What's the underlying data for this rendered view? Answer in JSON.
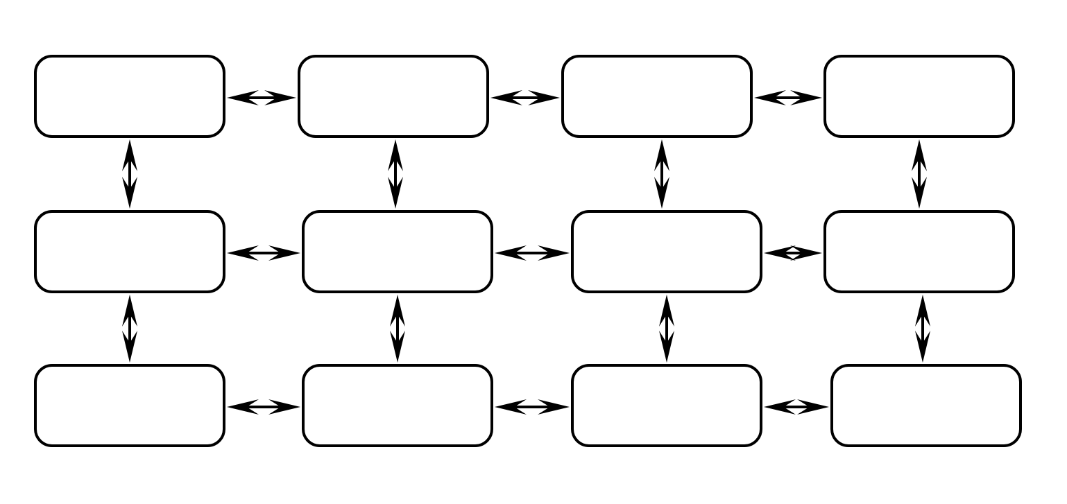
{
  "diagram": {
    "type": "grid-network",
    "rows": 3,
    "columns": 4,
    "nodes": [
      {
        "id": "r1c1",
        "label": ""
      },
      {
        "id": "r1c2",
        "label": ""
      },
      {
        "id": "r1c3",
        "label": ""
      },
      {
        "id": "r1c4",
        "label": ""
      },
      {
        "id": "r2c1",
        "label": ""
      },
      {
        "id": "r2c2",
        "label": ""
      },
      {
        "id": "r2c3",
        "label": ""
      },
      {
        "id": "r2c4",
        "label": ""
      },
      {
        "id": "r3c1",
        "label": ""
      },
      {
        "id": "r3c2",
        "label": ""
      },
      {
        "id": "r3c3",
        "label": ""
      },
      {
        "id": "r3c4",
        "label": ""
      }
    ],
    "edges": [
      {
        "from": "r1c1",
        "to": "r1c2",
        "direction": "both"
      },
      {
        "from": "r1c2",
        "to": "r1c3",
        "direction": "both"
      },
      {
        "from": "r1c3",
        "to": "r1c4",
        "direction": "both"
      },
      {
        "from": "r2c1",
        "to": "r2c2",
        "direction": "both"
      },
      {
        "from": "r2c2",
        "to": "r2c3",
        "direction": "both"
      },
      {
        "from": "r2c3",
        "to": "r2c4",
        "direction": "both"
      },
      {
        "from": "r3c1",
        "to": "r3c2",
        "direction": "both"
      },
      {
        "from": "r3c2",
        "to": "r3c3",
        "direction": "both"
      },
      {
        "from": "r3c3",
        "to": "r3c4",
        "direction": "both"
      },
      {
        "from": "r1c1",
        "to": "r2c1",
        "direction": "both"
      },
      {
        "from": "r1c2",
        "to": "r2c2",
        "direction": "both"
      },
      {
        "from": "r1c3",
        "to": "r2c3",
        "direction": "both"
      },
      {
        "from": "r1c4",
        "to": "r2c4",
        "direction": "both"
      },
      {
        "from": "r2c1",
        "to": "r3c1",
        "direction": "both"
      },
      {
        "from": "r2c2",
        "to": "r3c2",
        "direction": "both"
      },
      {
        "from": "r2c3",
        "to": "r3c3",
        "direction": "both"
      },
      {
        "from": "r2c4",
        "to": "r3c4",
        "direction": "both"
      }
    ],
    "colors": {
      "stroke": "#000000",
      "fill": "#ffffff",
      "background": "#ffffff"
    }
  }
}
